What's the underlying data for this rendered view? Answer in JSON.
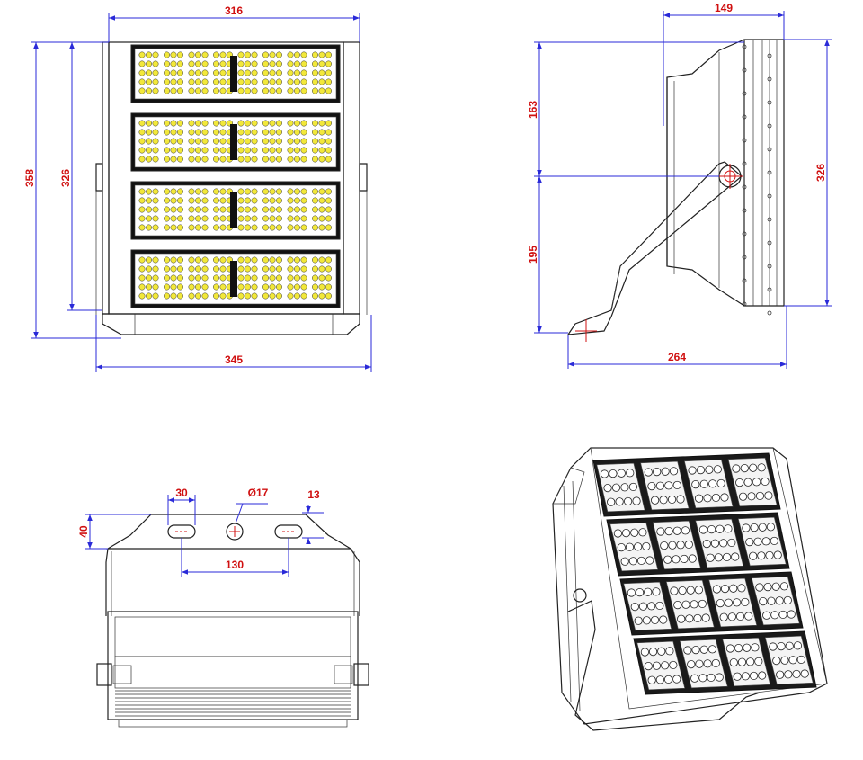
{
  "drawing": {
    "front_view": {
      "width_top": "316",
      "height_total": "358",
      "height_frame": "326",
      "width_total": "345"
    },
    "side_view": {
      "depth_top": "149",
      "upper_height": "163",
      "lower_height": "195",
      "body_height": "326",
      "total_depth": "264"
    },
    "bracket_view": {
      "slot_width": "30",
      "hole_diameter": "Ø17",
      "edge_offset": "13",
      "bracket_height": "40",
      "slot_spacing": "130"
    }
  },
  "colors": {
    "dimension_line": "#2a2ad8",
    "dimension_text": "#d01010",
    "outline": "#222222"
  }
}
